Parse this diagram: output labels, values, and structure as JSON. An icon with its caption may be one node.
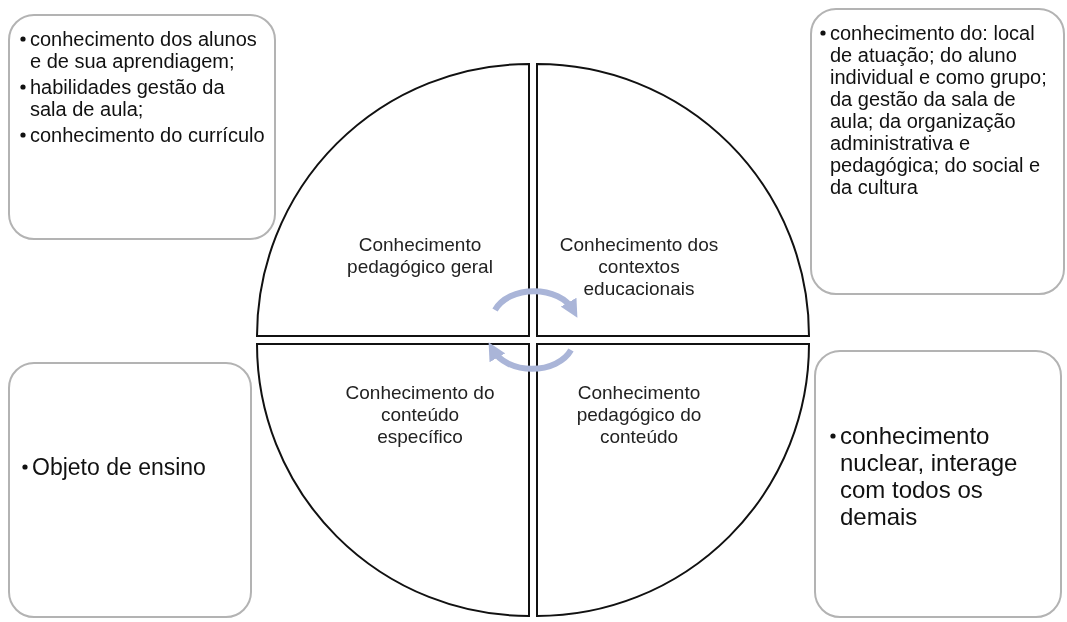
{
  "diagram": {
    "nodes": [
      {
        "text": [
          "conhecimento dos alunos e de sua aprendiagem;",
          "habilidades gestão da sala de aula;",
          "conhecimento do currículo"
        ]
      },
      {
        "text": [
          "Conhecimento pedagógico geral"
        ]
      },
      {
        "text": [
          "Conhecimento dos contextos educacionais"
        ]
      },
      {
        "text": [
          "conhecimento do: local de atuação; do aluno individual e como grupo; da gestão da sala de aula; da organização administrativa e pedagógica; do social e da cultura"
        ]
      },
      {
        "text": [
          "Objeto de ensino"
        ]
      },
      {
        "text": [
          "Conhecimento do conteúdo específico"
        ]
      },
      {
        "text": [
          "Conhecimento pedagógico do conteúdo"
        ]
      },
      {
        "text": [
          "conhecimento nuclear, interage com todos os demais"
        ]
      }
    ],
    "edges": [
      {
        "from": 1,
        "to": 2,
        "arrow": "to",
        "color": "#aab5d8"
      },
      {
        "from": 6,
        "to": 5,
        "arrow": "to",
        "color": "#aab5d8"
      }
    ]
  }
}
